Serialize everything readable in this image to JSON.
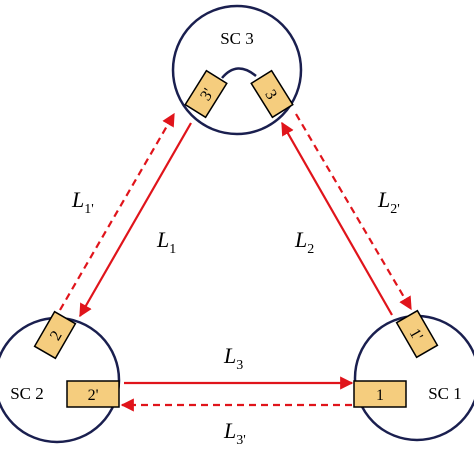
{
  "spacecraft": [
    {
      "id": "sc1",
      "label": "SC 1"
    },
    {
      "id": "sc2",
      "label": "SC 2"
    },
    {
      "id": "sc3",
      "label": "SC 3"
    }
  ],
  "optical_benches": [
    {
      "id": "ob1",
      "label": "1"
    },
    {
      "id": "ob1p",
      "label": "1'"
    },
    {
      "id": "ob2",
      "label": "2"
    },
    {
      "id": "ob2p",
      "label": "2'"
    },
    {
      "id": "ob3",
      "label": "3"
    },
    {
      "id": "ob3p",
      "label": "3'"
    }
  ],
  "links": {
    "L1": {
      "base": "L",
      "sub": "1"
    },
    "L2": {
      "base": "L",
      "sub": "2"
    },
    "L3": {
      "base": "L",
      "sub": "3"
    },
    "L1p": {
      "base": "L",
      "sub": "1'"
    },
    "L2p": {
      "base": "L",
      "sub": "2'"
    },
    "L3p": {
      "base": "L",
      "sub": "3'"
    }
  },
  "colors": {
    "spacecraft_outline": "#1a1f4f",
    "bench_fill": "#f5cd7e",
    "bench_stroke": "#000000",
    "link_color": "#e0141b"
  }
}
